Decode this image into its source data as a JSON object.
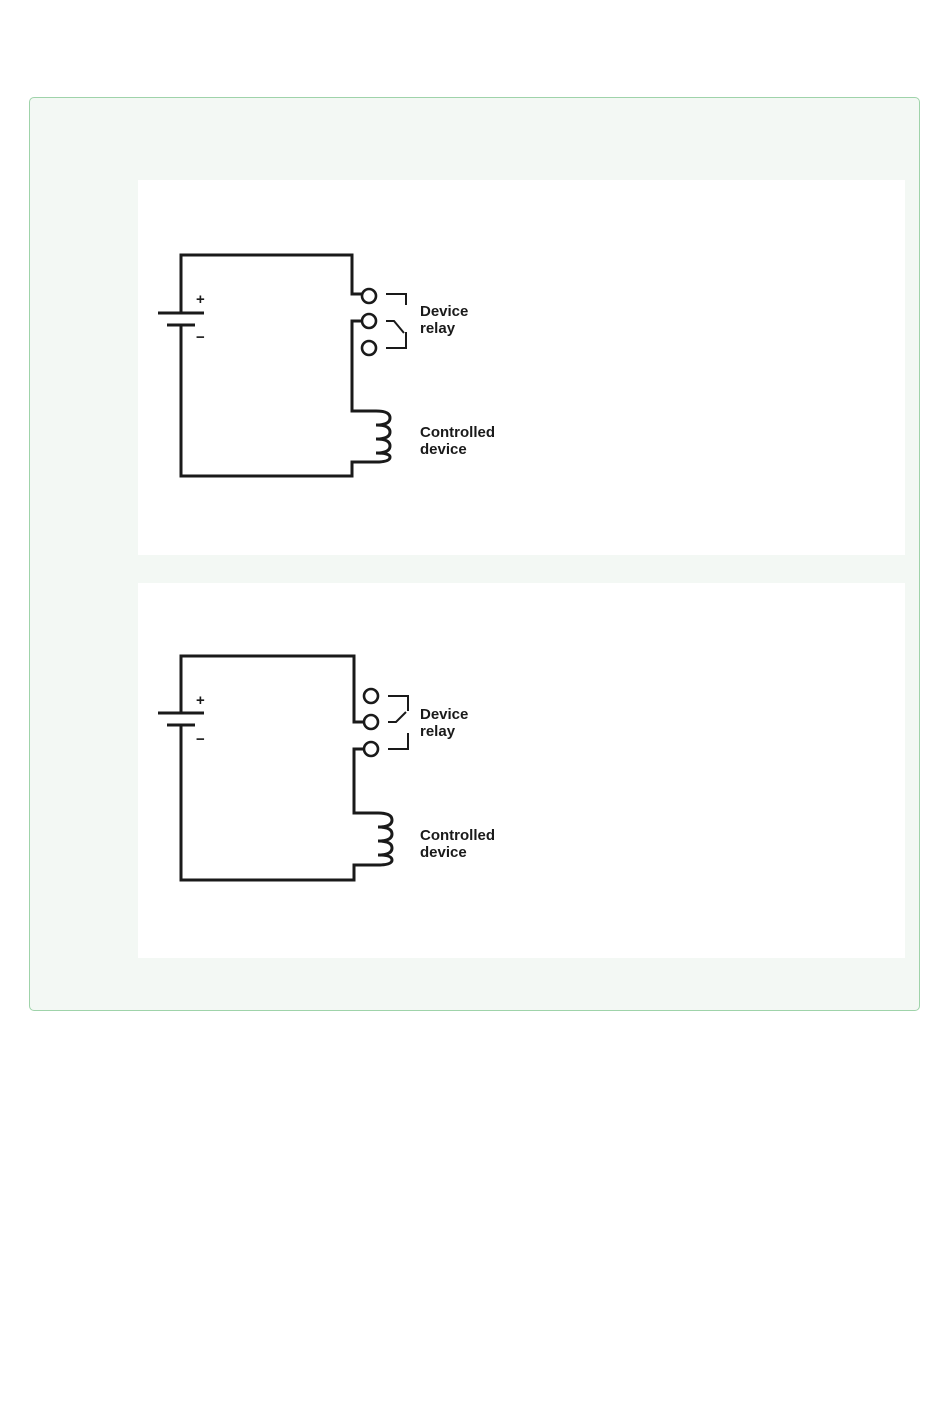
{
  "diagrams": [
    {
      "battery": {
        "positive_symbol": "+",
        "negative_symbol": "−"
      },
      "relay_label": {
        "line1": "Device",
        "line2": "relay"
      },
      "coil_label": {
        "line1": "Controlled",
        "line2": "device"
      },
      "relay_state": "closed-to-bottom"
    },
    {
      "battery": {
        "positive_symbol": "+",
        "negative_symbol": "−"
      },
      "relay_label": {
        "line1": "Device",
        "line2": "relay"
      },
      "coil_label": {
        "line1": "Controlled",
        "line2": "device"
      },
      "relay_state": "closed-to-top"
    }
  ],
  "colors": {
    "frame_border": "#9fd3aa",
    "frame_background": "#f3f8f4",
    "panel_background": "#ffffff",
    "line": "#1a1a1a"
  }
}
